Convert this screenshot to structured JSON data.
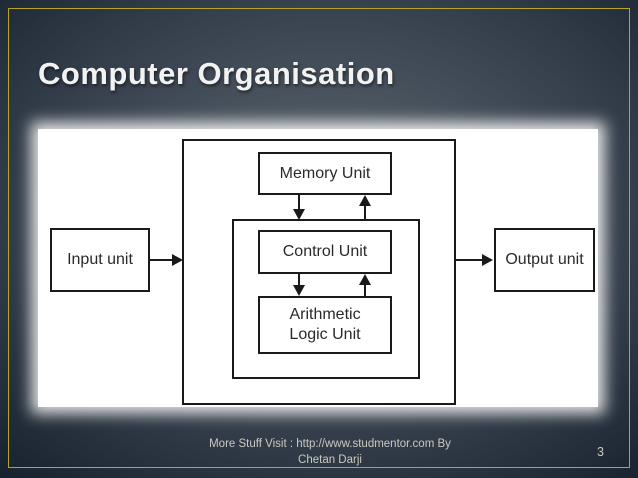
{
  "slide": {
    "title": "Computer Organisation",
    "page_number": "3"
  },
  "footer": {
    "line1": "More Stuff Visit : http://www.studmentor.com By",
    "line2": "Chetan Darji"
  },
  "diagram": {
    "input_label": "Input unit",
    "output_label": "Output unit",
    "memory_label": "Memory Unit",
    "control_label": "Control Unit",
    "alu_label_line1": "Arithmetic",
    "alu_label_line2": "Logic Unit"
  },
  "colors": {
    "slide_border": "#b5a426",
    "background_center": "#5b656f",
    "background_edge": "#141e29",
    "panel_background": "#ffffff",
    "box_border": "#1a1a1a",
    "box_text": "#2a2a2a",
    "title_text": "#f2f2f2",
    "footer_text": "#c9c9c1",
    "arrow": "#1a1a1a"
  }
}
